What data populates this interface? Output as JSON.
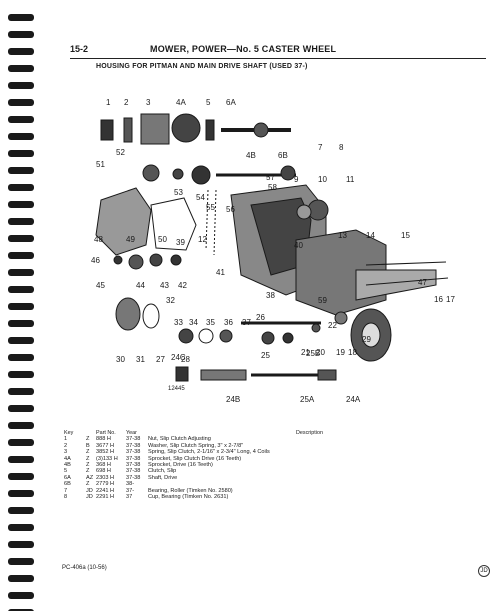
{
  "header": {
    "page_number": "15-2",
    "title": "MOWER, POWER—No. 5 CASTER WHEEL",
    "subtitle": "HOUSING FOR PITMAN AND MAIN DRIVE SHAFT (USED 37-)"
  },
  "diagram": {
    "figure_code": "12445",
    "callouts": [
      "1",
      "2",
      "3",
      "4A",
      "5",
      "6A",
      "52",
      "51",
      "53",
      "54",
      "55",
      "56",
      "57",
      "6B",
      "4B",
      "7",
      "8",
      "58",
      "9",
      "10",
      "11",
      "50",
      "49",
      "48",
      "12",
      "13",
      "14",
      "15",
      "47",
      "46",
      "45",
      "44",
      "43",
      "42",
      "39",
      "41",
      "40",
      "59",
      "38",
      "16",
      "17",
      "32",
      "33",
      "34",
      "35",
      "36",
      "37",
      "26",
      "22",
      "21",
      "20",
      "19",
      "18",
      "29",
      "30",
      "31",
      "27",
      "28",
      "24C",
      "25",
      "25B",
      "24B",
      "25A",
      "24A"
    ]
  },
  "parts_table": {
    "headers": {
      "key": "Key",
      "part_no": "Part No.",
      "year": "Year",
      "description": "Description"
    },
    "rows": [
      {
        "key": "1",
        "z": "Z",
        "no": "888 H",
        "year": "37-38",
        "desc": "Nut, Slip Clutch Adjusting"
      },
      {
        "key": "2",
        "z": "B",
        "no": "3677 H",
        "year": "37-38",
        "desc": "Washer, Slip Clutch Spring, 3\" x 2-7/8\""
      },
      {
        "key": "3",
        "z": "Z",
        "no": "3852 H",
        "year": "37-38",
        "desc": "Spring, Slip Clutch, 2-1/16\" x 2-3/4\" Long, 4 Coils"
      },
      {
        "key": "4A",
        "z": "Z",
        "no": "(3)133 H",
        "year": "37-38",
        "desc": "Sprocket, Slip Clutch Drive (16 Teeth)"
      },
      {
        "key": "4B",
        "z": "Z",
        "no": "368 H",
        "year": "37-38",
        "desc": "Sprocket, Drive (16 Teeth)"
      },
      {
        "key": "5",
        "z": "Z",
        "no": "698 H",
        "year": "37-38",
        "desc": "Clutch, Slip"
      },
      {
        "key": "6A",
        "z": "AZ",
        "no": "2303 H",
        "year": "37-38",
        "desc": "Shaft, Drive"
      },
      {
        "key": "6B",
        "z": "Z",
        "no": "2779 H",
        "year": "38-",
        "desc": ""
      },
      {
        "key": "7",
        "z": "JD",
        "no": "2241 H",
        "year": "37-",
        "desc": "Bearing, Roller (Timken No. 2580)"
      },
      {
        "key": "8",
        "z": "JD",
        "no": "2291 H",
        "year": "37",
        "desc": "Cup, Bearing (Timken No. 2631)"
      }
    ]
  },
  "footer": {
    "code": "PC-406a (10-56)",
    "seal": "JD"
  }
}
